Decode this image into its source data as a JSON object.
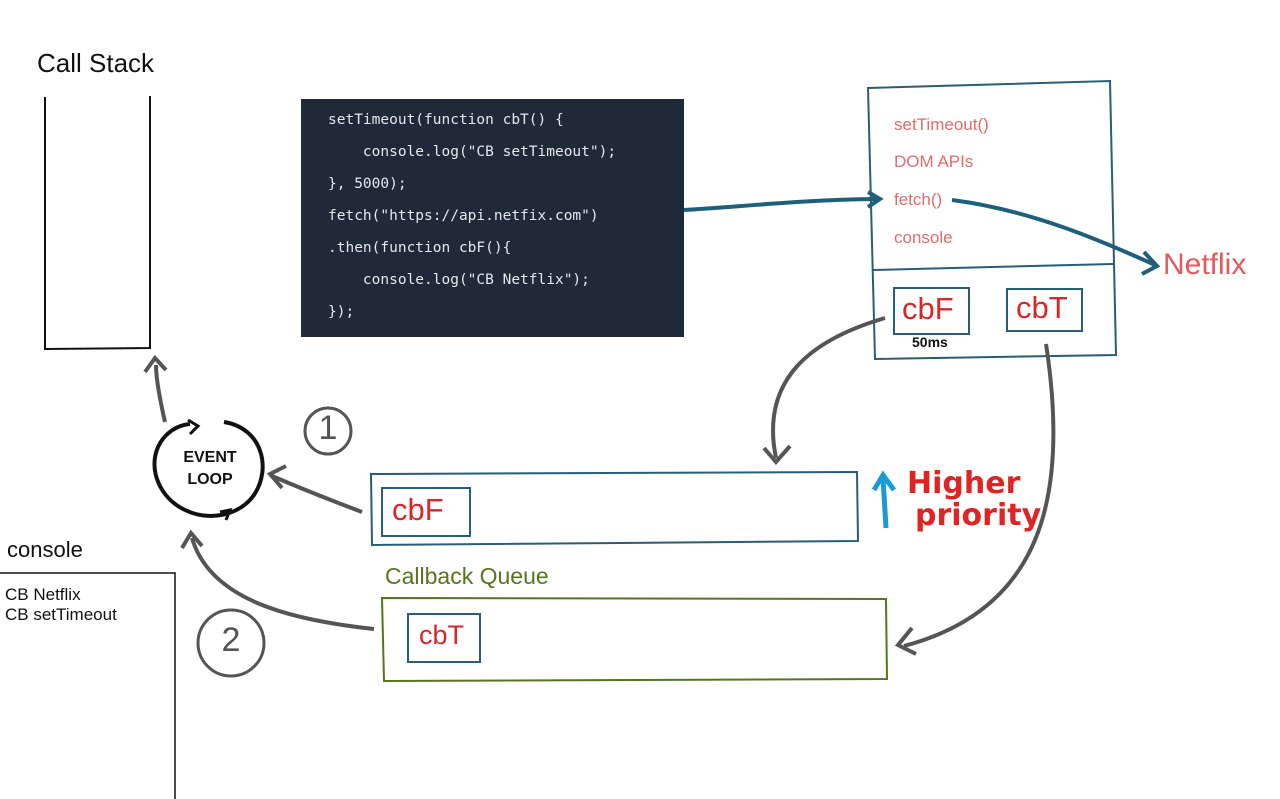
{
  "call_stack": {
    "title": "Call Stack"
  },
  "code": {
    "lines": [
      "setTimeout(function cbT() {",
      "    console.log(\"CB setTimeout\");",
      "}, 5000);",
      "fetch(\"https://api.netfix.com\")",
      ".then(function cbF(){",
      "    console.log(\"CB Netflix\");",
      "});"
    ]
  },
  "web_apis": {
    "items": [
      "setTimeout()",
      "DOM APIs",
      "fetch()",
      "console"
    ],
    "pending": [
      "cbF",
      "cbT"
    ],
    "timer": "50ms"
  },
  "external": {
    "server": "Netflix"
  },
  "event_loop": {
    "label_line1": "EVENT",
    "label_line2": "LOOP"
  },
  "steps": [
    "1",
    "2"
  ],
  "microtask_queue": {
    "item": "cbF",
    "note_line1": "Higher",
    "note_line2": "priority"
  },
  "callback_queue": {
    "title": "Callback Queue",
    "item": "cbT"
  },
  "console": {
    "title": "console",
    "output": [
      "CB Netflix",
      "CB setTimeout"
    ]
  },
  "colors": {
    "code_bg": "#1f2937",
    "box_border": "#2a5d76",
    "red_text": "#d62828",
    "queue_border": "#55751e",
    "priority_arrow": "#1a9bd7"
  }
}
